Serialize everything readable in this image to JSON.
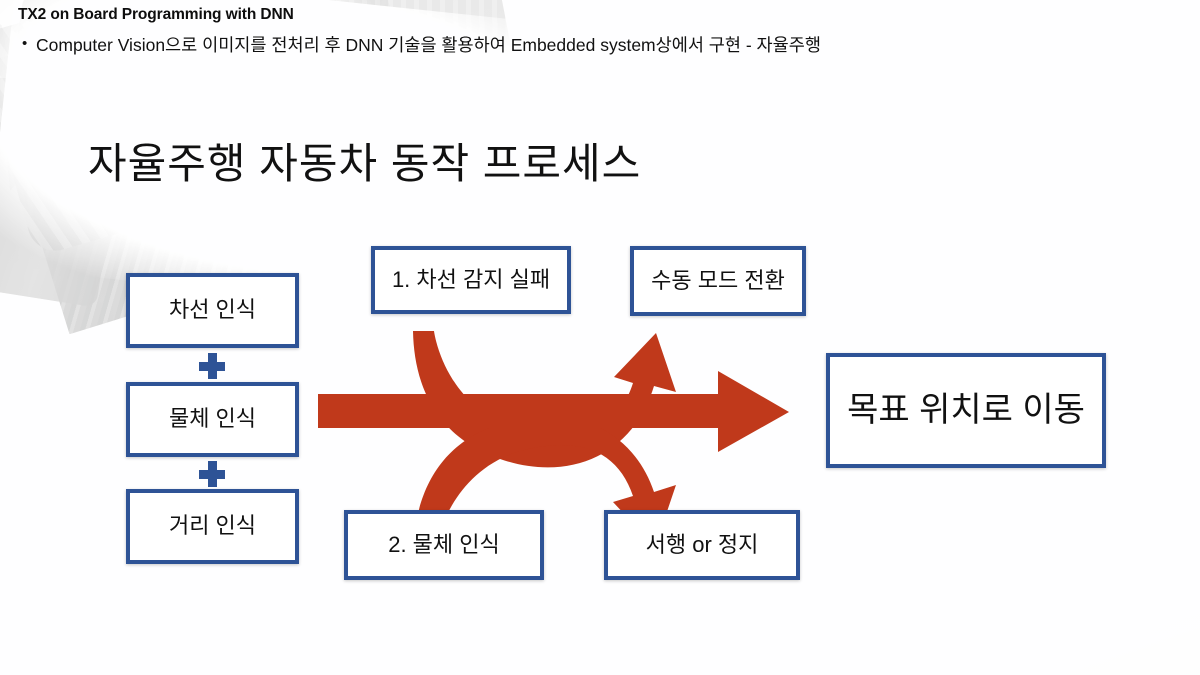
{
  "slide": {
    "header_title": "TX2 on Board Programming with DNN",
    "bullet_marker": "•",
    "bullet_text": "Computer Vision으로 이미지를 전처리 후 DNN 기술을 활용하여 Embedded system상에서 구현 - 자율주행",
    "process_title": "자율주행 자동차 동작 프로세스"
  },
  "colors": {
    "box_border": "#2E5396",
    "box_fill": "#FFFFFF",
    "arrow_red": "#C0391B",
    "text": "#111111"
  },
  "inputs": {
    "items": [
      {
        "label": "차선 인식"
      },
      {
        "label": "물체 인식"
      },
      {
        "label": "거리 인식"
      }
    ],
    "connector": "+"
  },
  "branches": {
    "failure": {
      "condition_label": "1. 차선 감지 실패",
      "result_label": "수동 모드 전환"
    },
    "object": {
      "condition_label": "2. 물체 인식",
      "result_label": "서행 or 정지"
    }
  },
  "outcome": {
    "label": "목표 위치로 이동"
  },
  "arrows": [
    {
      "name": "main-forward-arrow",
      "direction": "right"
    },
    {
      "name": "failure-branch-arrow",
      "direction": "up-right"
    },
    {
      "name": "object-branch-arrow",
      "direction": "down-right"
    }
  ]
}
